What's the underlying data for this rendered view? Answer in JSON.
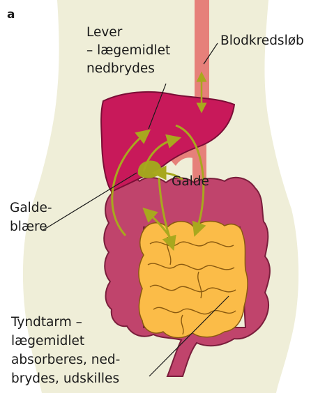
{
  "figure": {
    "panel_label": "a",
    "labels": {
      "liver": [
        "Lever",
        "– lægemidlet",
        "nedbrydes"
      ],
      "blood": [
        "Blodkredsløb"
      ],
      "bile": [
        "Galde"
      ],
      "gallbladder": [
        "Galde-",
        "blære"
      ],
      "small_intestine": [
        "Tyndtarm –",
        "lægemidlet",
        "absorberes, ned-",
        "brydes, udskilles"
      ]
    },
    "colors": {
      "body": "#efeed8",
      "liver": "#c8195a",
      "vessel": "#e6807a",
      "colon": "#c0446c",
      "intestine": "#fbbc48",
      "arrow": "#a8a81e",
      "gallbladder": "#a4a41e"
    }
  }
}
